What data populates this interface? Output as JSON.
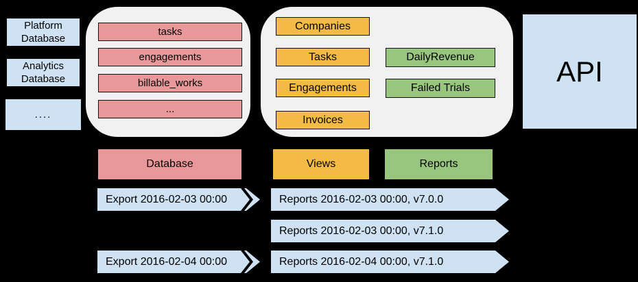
{
  "colors": {
    "background": "#000000",
    "light_blue": "#CFE2F3",
    "pink": "#E89899",
    "yellow": "#F4BB44",
    "green": "#98C67F",
    "container_gray": "#F1F1F1"
  },
  "source_databases": {
    "items": [
      "Platform Database",
      "Analytics Database",
      "...."
    ]
  },
  "database_tables": {
    "items": [
      "tasks",
      "engagements",
      "billable_works",
      "..."
    ]
  },
  "views": {
    "items": [
      "Companies",
      "Tasks",
      "Engagements",
      "Invoices"
    ]
  },
  "reports": {
    "items": [
      "DailyRevenue",
      "Failed Trials"
    ]
  },
  "api": {
    "label": "API"
  },
  "legend": {
    "database_label": "Database",
    "views_label": "Views",
    "reports_label": "Reports"
  },
  "timeline": {
    "exports": [
      "Export 2016-02-03 00:00",
      "Export 2016-02-04 00:00"
    ],
    "report_runs": [
      "Reports 2016-02-03 00:00, v7.0.0",
      "Reports 2016-02-03 00:00, v7.1.0",
      "Reports 2016-02-04 00:00, v7.1.0"
    ]
  }
}
